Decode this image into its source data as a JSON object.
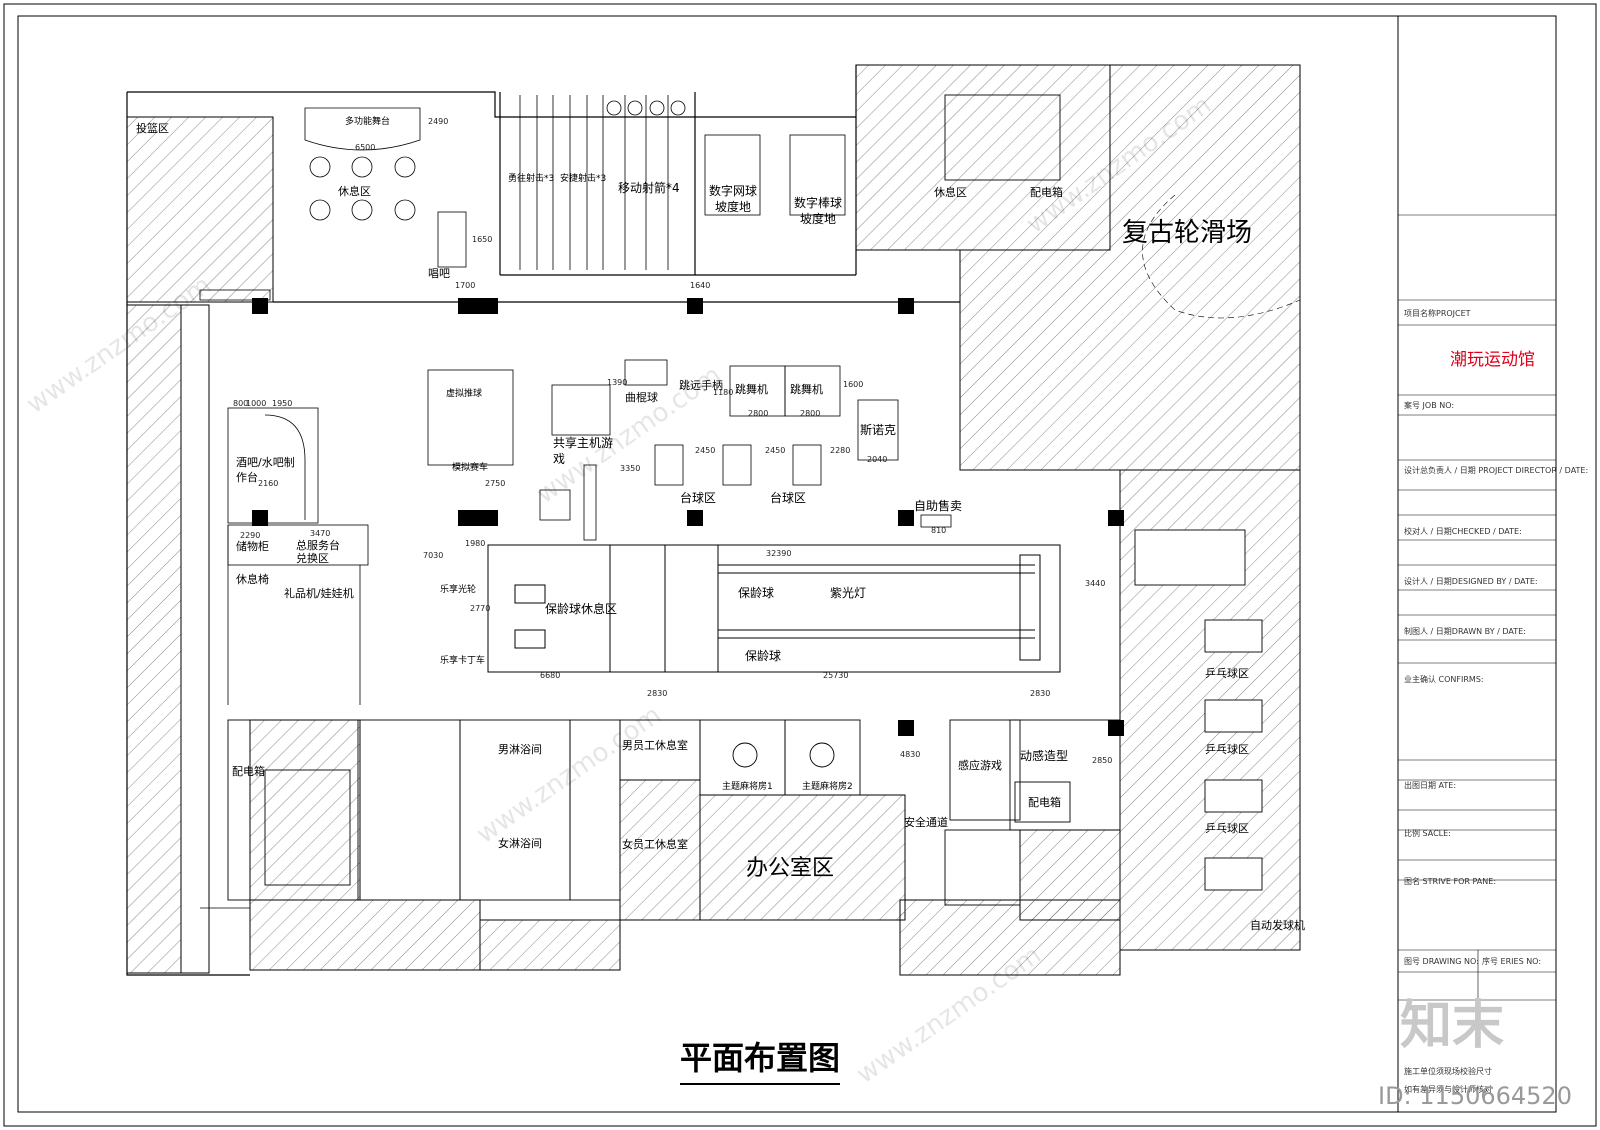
{
  "drawing_title": "平面布置图",
  "areas": {
    "toulan": "投篮区",
    "xiuxi_top": "休息区",
    "duogongneng": "多功能舞台",
    "changba": "唱吧",
    "yingzhu": "勇往射击*3",
    "anshe": "安捷射击*3",
    "yidong": "移动射箭*4",
    "wangqiu": "数字网球坡度地",
    "bangqiu": "数字棒球坡度地",
    "stair_xiuxi": "休息区",
    "peidian_top": "配电箱",
    "lunhua": "复古轮滑场",
    "jiuba": "酒吧/水吧制作台",
    "zhuanpan": "虚拟推球",
    "moni": "模拟赛车",
    "qugunqiu": "曲棍球",
    "shoujin": "跳远手柄",
    "tiaowu1": "跳舞机",
    "tiaowu2": "跳舞机",
    "sinuoke": "斯诺克",
    "gongxiang": "共享主机游戏",
    "taiqiu1": "台球区",
    "taiqiu2": "台球区",
    "zizhu": "自助售卖",
    "lipin": "礼品机/娃娃机",
    "zongfuwu": "总服务台",
    "duihuan": "兑换区",
    "chuwu": "储物柜",
    "xiuxiyi": "休息椅",
    "baolingxiuxi": "保龄球休息区",
    "baoling1": "保龄球",
    "baoling2": "保龄球",
    "ziguang": "紫光灯",
    "leguang1": "乐享光轮",
    "leguang2": "乐享卡丁车",
    "peidian_left": "配电箱",
    "nanlin": "男淋浴间",
    "nvlin": "女淋浴间",
    "nanyuan": "男员工休息室",
    "nvyuan": "女员工休息室",
    "zhuti1": "主题麻将房1",
    "zhuti2": "主题麻将房2",
    "bangong": "办公室区",
    "ganying": "感应游戏",
    "dongdong": "动感造型",
    "peidian_mid": "配电箱",
    "anquan": "安全通道",
    "pingpang1": "乒乓球区",
    "pingpang2": "乒乓球区",
    "pingpang3": "乒乓球区",
    "zidongfaqiu": "自动发球机"
  },
  "dimensions": {
    "d6500": "6500",
    "d2490": "2490",
    "d1650": "1650",
    "d1700": "1700",
    "d1640": "1640",
    "d1390": "1390",
    "d1180": "1180",
    "d1600": "1600",
    "d2800a": "2800",
    "d2800b": "2800",
    "d2450a": "2450",
    "d2450b": "2450",
    "d2280": "2280",
    "d2040": "2040",
    "d3350": "3350",
    "d800": "800",
    "d1000": "1000",
    "d1950": "1950",
    "d2160": "2160",
    "d2290": "2290",
    "d3470": "3470",
    "d7030": "7030",
    "d1980": "1980",
    "d2750": "2750",
    "d32390": "32390",
    "d3440": "3440",
    "d2770": "2770",
    "d6680": "6680",
    "d25730": "25730",
    "d2830a": "2830",
    "d2830b": "2830",
    "d4830": "4830",
    "d2850": "2850",
    "d810": "810"
  },
  "title_block": {
    "project_label": "项目名称PROJCET",
    "project_name": "潮玩运动馆",
    "job_no": "案号 JOB NO:",
    "director": "设计总负责人 / 日期 PROJECT DIRECTOR / DATE:",
    "checked": "校对人 / 日期CHECKED / DATE:",
    "designed": "设计人 / 日期DESIGNED BY / DATE:",
    "drawn": "制图人 / 日期DRAWN BY / DATE:",
    "confirms": "业主确认 CONFIRMS:",
    "date": "出图日期 ATE:",
    "scale": "比例 SACLE:",
    "drawing_name": "图名 STRIVE FOR PANE:",
    "drawing_no": "图号 DRAWING NO:",
    "series_no": "序号 ERIES NO:",
    "note1": "施工单位须现场校验尺寸",
    "note2": "如有差异须与设计师核对"
  },
  "watermark": {
    "brand": "知末",
    "site": "www.znzmo.com",
    "id": "ID: 1150664520"
  }
}
